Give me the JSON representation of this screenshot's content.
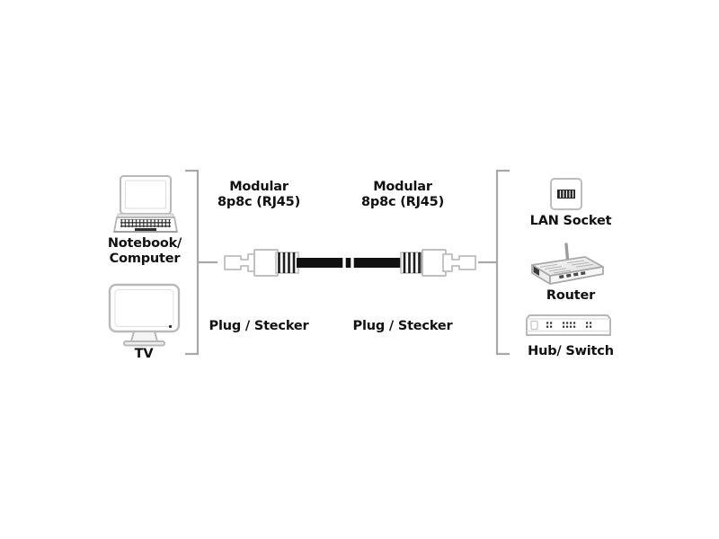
{
  "diagram": {
    "type": "product-connection-diagram",
    "subject": "Modular 8p8c (RJ45) network patch cable",
    "background_color": "#ffffff",
    "line_color": "#9a9a9a",
    "text_color": "#111111",
    "cable_color": "#111111"
  },
  "left_group": {
    "bracket_name": "source-device-bracket",
    "devices": [
      {
        "icon": "notebook-computer-icon",
        "label": "Notebook/\nComputer"
      },
      {
        "icon": "tv-monitor-icon",
        "label": "TV"
      }
    ]
  },
  "center": {
    "cable_name": "rj45-patch-cable",
    "connector_left": {
      "icon": "rj45-plug-icon",
      "type_label": "Modular\n8p8c (RJ45)",
      "role_label": "Plug / Stecker"
    },
    "connector_right": {
      "icon": "rj45-plug-icon",
      "type_label": "Modular\n8p8c (RJ45)",
      "role_label": "Plug / Stecker"
    },
    "cable_break_marker": "cable-length-break"
  },
  "right_group": {
    "bracket_name": "target-device-bracket",
    "devices": [
      {
        "icon": "lan-wall-socket-icon",
        "label": "LAN Socket"
      },
      {
        "icon": "router-icon",
        "label": "Router"
      },
      {
        "icon": "hub-switch-icon",
        "label": "Hub/ Switch"
      }
    ]
  }
}
